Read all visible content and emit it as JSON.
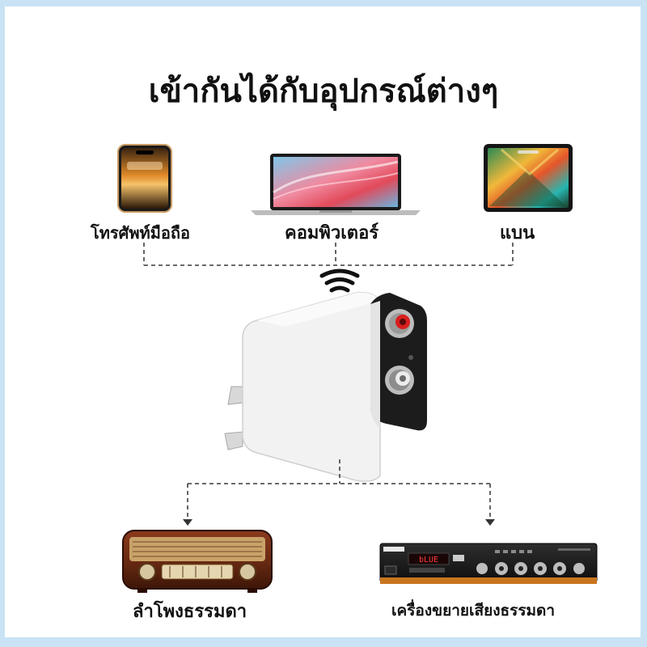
{
  "title": "เข้ากันได้กับอุปกรณ์ต่างๆ",
  "devices": {
    "phone": "โทรศัพท์มือถือ",
    "computer": "คอมพิวเตอร์",
    "tablet": "แบน"
  },
  "outputs": {
    "speaker": "ลำโพงธรรมดา",
    "amplifier": "เครื่องขยายเสียงธรรมดา"
  },
  "amp_display": "bLUE"
}
